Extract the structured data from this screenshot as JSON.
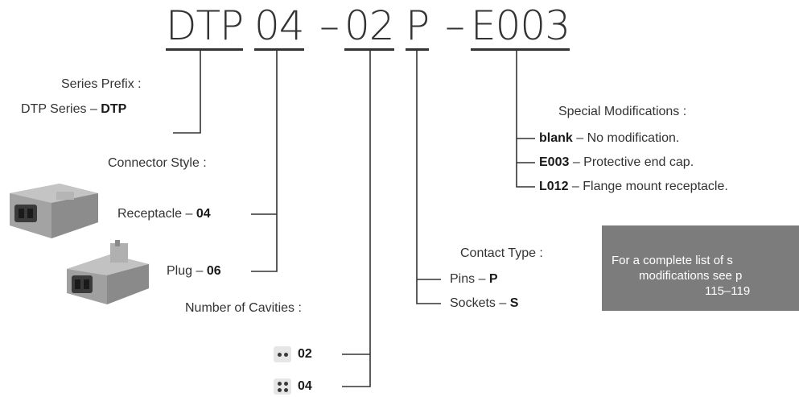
{
  "part_code": {
    "series": "DTP",
    "style": "04",
    "dash1": "–",
    "cavities": "02",
    "contact": "P",
    "dash2": "–",
    "modification": "E003"
  },
  "series_prefix": {
    "title": "Series Prefix :",
    "item_text": "DTP Series – ",
    "item_code": "DTP"
  },
  "connector_style": {
    "title": "Connector Style :",
    "items": [
      {
        "text": "Receptacle – ",
        "code": "04"
      },
      {
        "text": "Plug – ",
        "code": "06"
      }
    ]
  },
  "cavities": {
    "title": "Number of Cavities :",
    "items": [
      {
        "code": "02",
        "icon": "two-cavity-icon"
      },
      {
        "code": "04",
        "icon": "four-cavity-icon"
      }
    ]
  },
  "contact_type": {
    "title": "Contact Type :",
    "items": [
      {
        "text": "Pins – ",
        "code": "P"
      },
      {
        "text": "Sockets – ",
        "code": "S"
      }
    ]
  },
  "special_modifications": {
    "title": "Special Modifications :",
    "items": [
      {
        "code": "blank",
        "text": " – No modification."
      },
      {
        "code": "E003",
        "text": " – Protective end cap."
      },
      {
        "code": "L012",
        "text": " – Flange mount receptacle."
      }
    ]
  },
  "note": {
    "lines": [
      "For a complete list of s",
      "modifications see p",
      "115–119"
    ]
  },
  "colors": {
    "line": "#333333",
    "note_bg": "#7c7c7c",
    "connector_body": "#9a9a9a"
  }
}
